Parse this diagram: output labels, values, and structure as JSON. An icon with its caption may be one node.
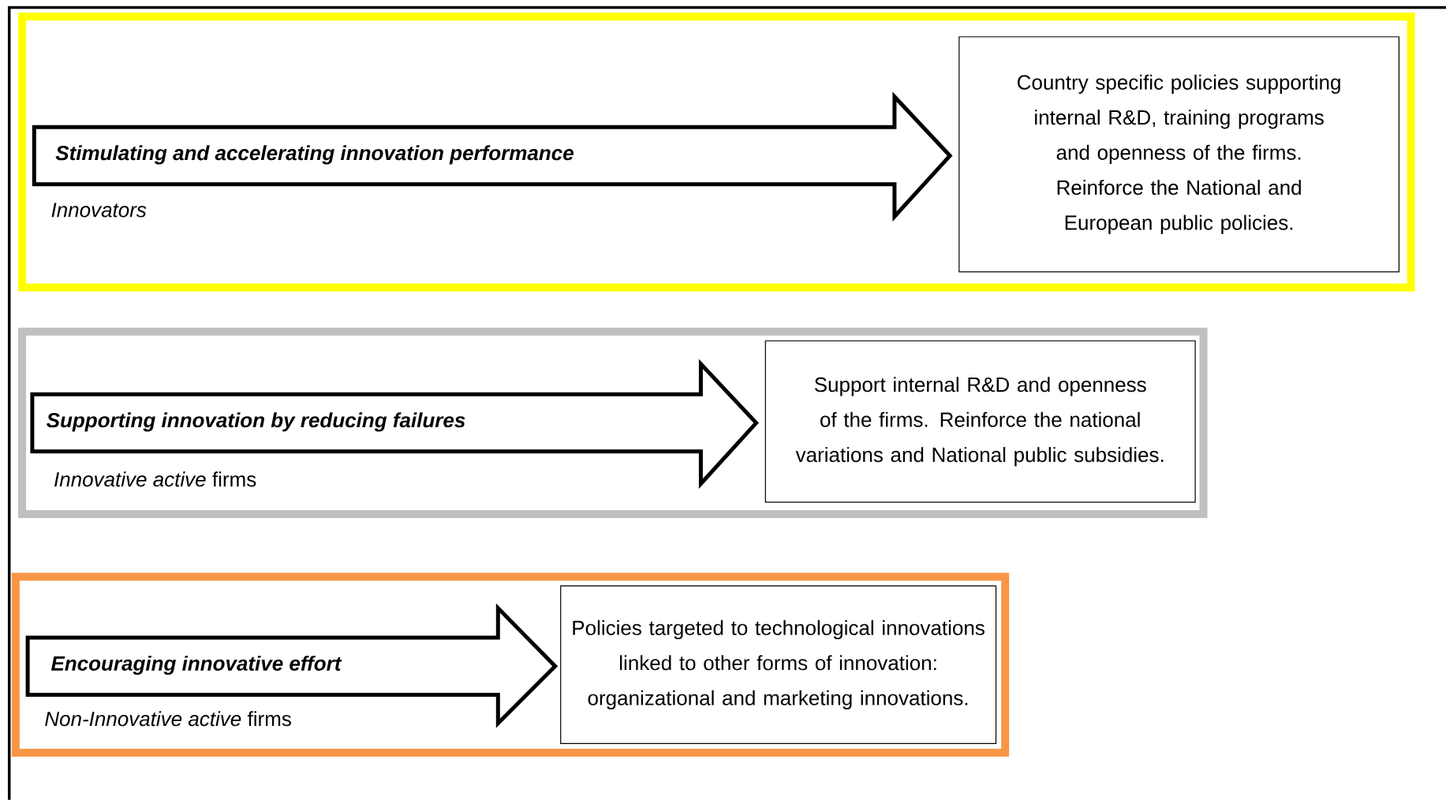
{
  "diagram": {
    "nodes": [
      {
        "text": [],
        "shape": "box"
      },
      {
        "text": [
          "Stimulating and accelerating innovation performance"
        ],
        "beside": [
          "*Innovators*"
        ],
        "in": 0
      },
      {
        "text": [
          "Country specific policies supporting internal R&D, training programs and openness of the firms. Reinforce the National and European public policies."
        ],
        "in": 0
      },
      {
        "text": [],
        "shape": "box"
      },
      {
        "text": [
          "Supporting innovation by reducing failures"
        ],
        "beside": [
          "*Innovative active* firms"
        ],
        "in": 3
      },
      {
        "text": [
          "Support internal R&D and openness of the firms. Reinforce the national variations and National public subsidies."
        ],
        "in": 3
      },
      {
        "text": [],
        "shape": "box"
      },
      {
        "text": [
          "Encouraging innovative effort"
        ],
        "beside": [
          "*Non-Innovative active* firms"
        ],
        "in": 6
      },
      {
        "text": [
          "Policies targeted to technological innovations linked to other forms of innovation: organizational and marketing innovations."
        ],
        "in": 6
      }
    ]
  }
}
